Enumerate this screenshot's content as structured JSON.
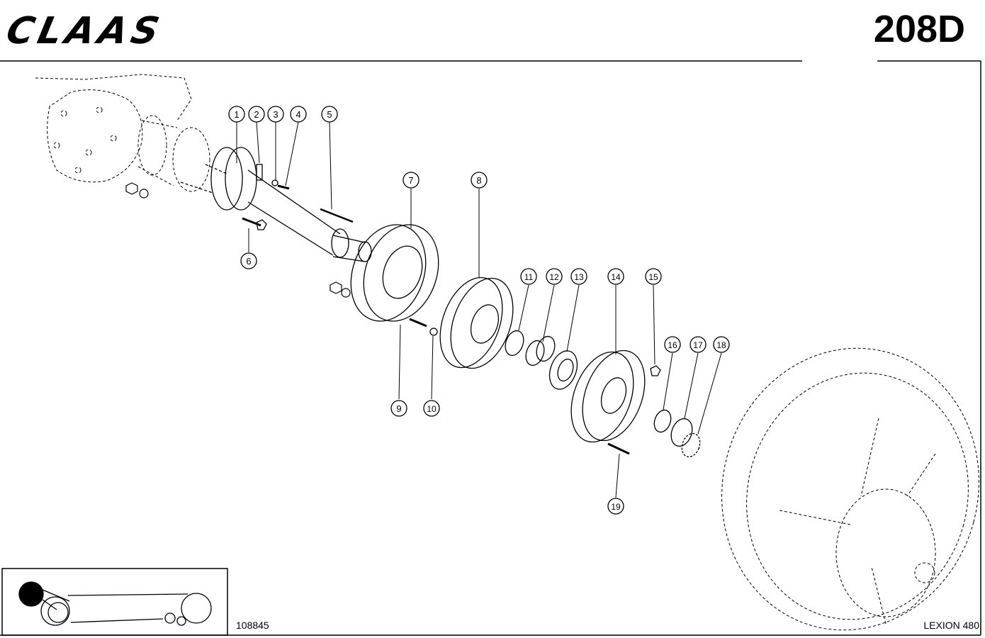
{
  "header": {
    "brand_logo_text": "CLAAS",
    "page_code": "208D"
  },
  "footer": {
    "drawing_number": "108845",
    "model": "LEXION 480"
  },
  "callouts": [
    "1",
    "2",
    "3",
    "4",
    "5",
    "6",
    "7",
    "8",
    "9",
    "10",
    "11",
    "12",
    "13",
    "14",
    "15",
    "16",
    "17",
    "18",
    "19"
  ]
}
